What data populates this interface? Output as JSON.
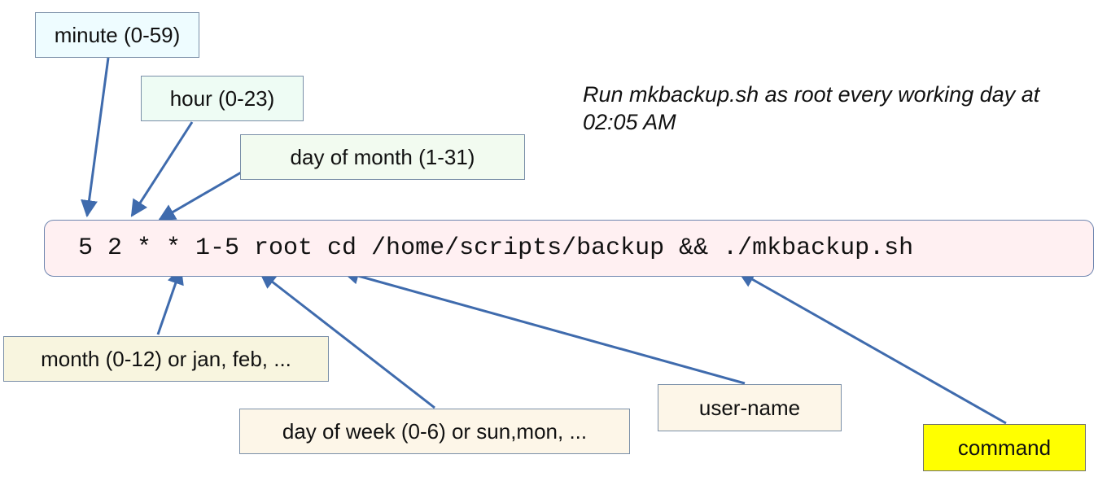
{
  "description": "Run mkbackup.sh as root every working day at 02:05 AM",
  "cron_line": "5 2 * * 1-5 root cd /home/scripts/backup && ./mkbackup.sh",
  "labels": {
    "minute": "minute (0-59)",
    "hour": "hour (0-23)",
    "day_of_month": "day of month (1-31)",
    "month": "month (0-12) or jan, feb, ...",
    "day_of_week": "day of week (0-6) or sun,mon, ...",
    "user_name": "user-name",
    "command": "command"
  },
  "colors": {
    "arrow": "#3f6bad",
    "cron_bar_fill": "#fff0f2",
    "command_highlight": "#ffff00"
  }
}
